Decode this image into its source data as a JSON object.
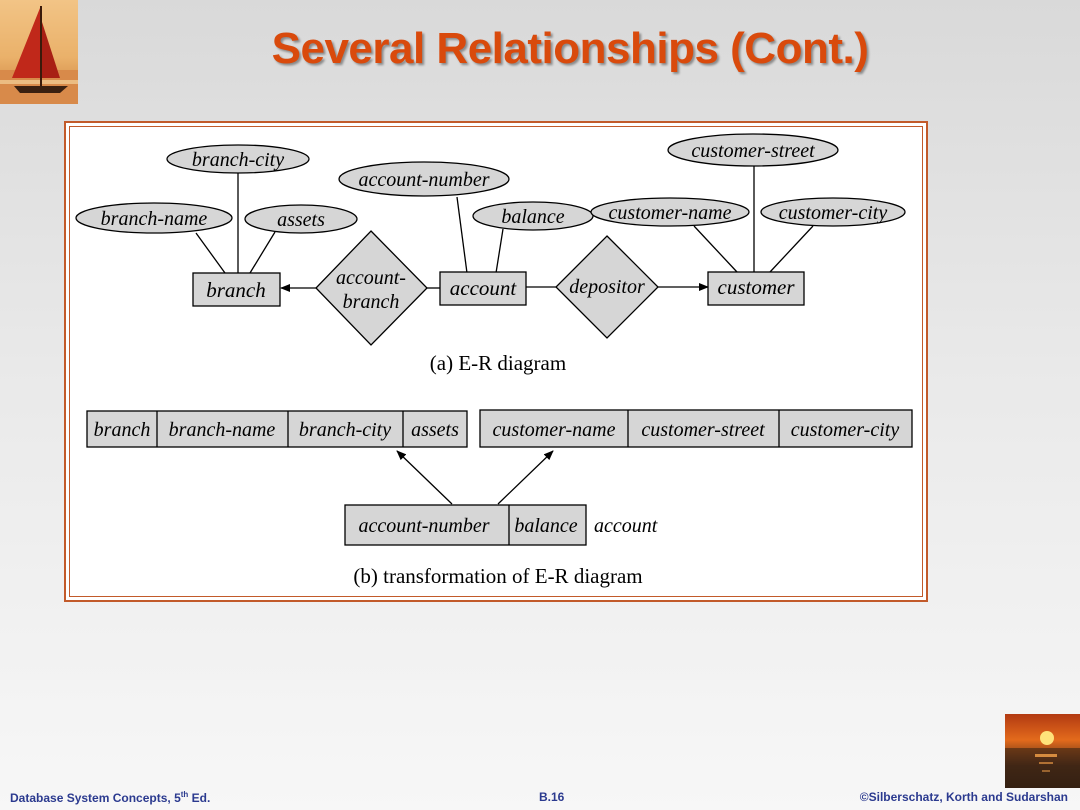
{
  "title": "Several Relationships (Cont.)",
  "er": {
    "attributes": [
      {
        "id": "branch-city",
        "label": "branch-city"
      },
      {
        "id": "branch-name",
        "label": "branch-name"
      },
      {
        "id": "assets",
        "label": "assets"
      },
      {
        "id": "account-number",
        "label": "account-number"
      },
      {
        "id": "balance",
        "label": "balance"
      },
      {
        "id": "customer-street",
        "label": "customer-street"
      },
      {
        "id": "customer-name",
        "label": "customer-name"
      },
      {
        "id": "customer-city",
        "label": "customer-city"
      }
    ],
    "entities": [
      {
        "id": "branch",
        "label": "branch"
      },
      {
        "id": "account",
        "label": "account"
      },
      {
        "id": "customer",
        "label": "customer"
      }
    ],
    "relationships": [
      {
        "id": "account-branch",
        "lines": [
          "account-",
          "branch"
        ]
      },
      {
        "id": "depositor",
        "lines": [
          "depositor"
        ]
      }
    ],
    "caption": "(a) E-R diagram"
  },
  "transform": {
    "branch_table": [
      "branch",
      "branch-name",
      "branch-city",
      "assets"
    ],
    "customer_table": [
      "customer-name",
      "customer-street",
      "customer-city"
    ],
    "account_table": [
      "account-number",
      "balance"
    ],
    "account_label": "account",
    "caption": "(b) transformation of E-R diagram"
  },
  "footer": {
    "left_main": "Database System Concepts, 5",
    "left_sup": "th",
    "left_tail": " Ed.",
    "center": "B.16",
    "right": "©Silberschatz, Korth  and Sudarshan"
  }
}
